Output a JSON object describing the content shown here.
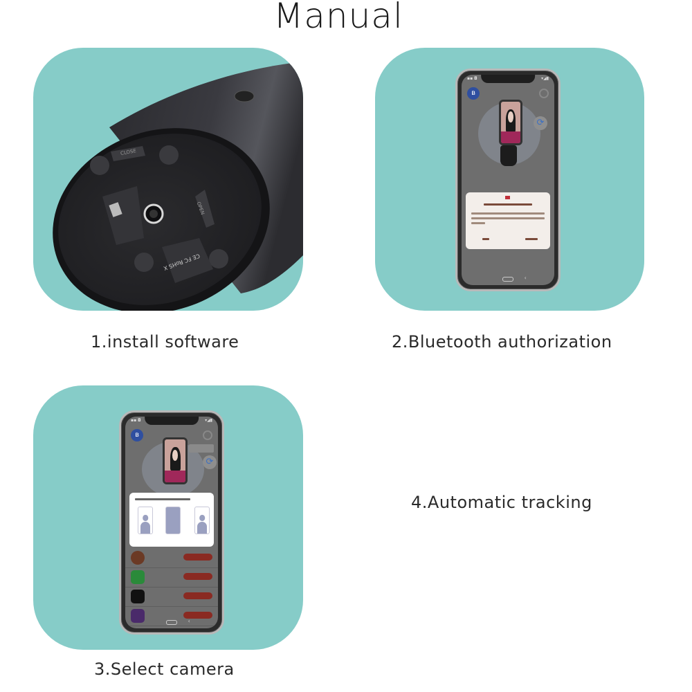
{
  "page": {
    "title": "Manual",
    "colors": {
      "panel_background": "#86ccc8",
      "page_background": "#ffffff",
      "caption_text": "#2a2a2a"
    }
  },
  "steps": [
    {
      "number": 1,
      "label": "1.install software",
      "image": "device-bottom-view",
      "device_markings": {
        "close_arrow": "CLOSE",
        "open_arrow": "OPEN",
        "certifications": "CE FC RoHS X"
      }
    },
    {
      "number": 2,
      "label": "2.Bluetooth authorization",
      "image": "phone-bluetooth-permission-dialog",
      "dialog": {
        "icon": "app-icon",
        "actions_count": 2
      }
    },
    {
      "number": 3,
      "label": "3.Select camera",
      "image": "phone-camera-selection-dialog",
      "camera_options_count": 3,
      "app_list_count": 4
    },
    {
      "number": 4,
      "label": "4.Automatic tracking",
      "image": null
    }
  ]
}
